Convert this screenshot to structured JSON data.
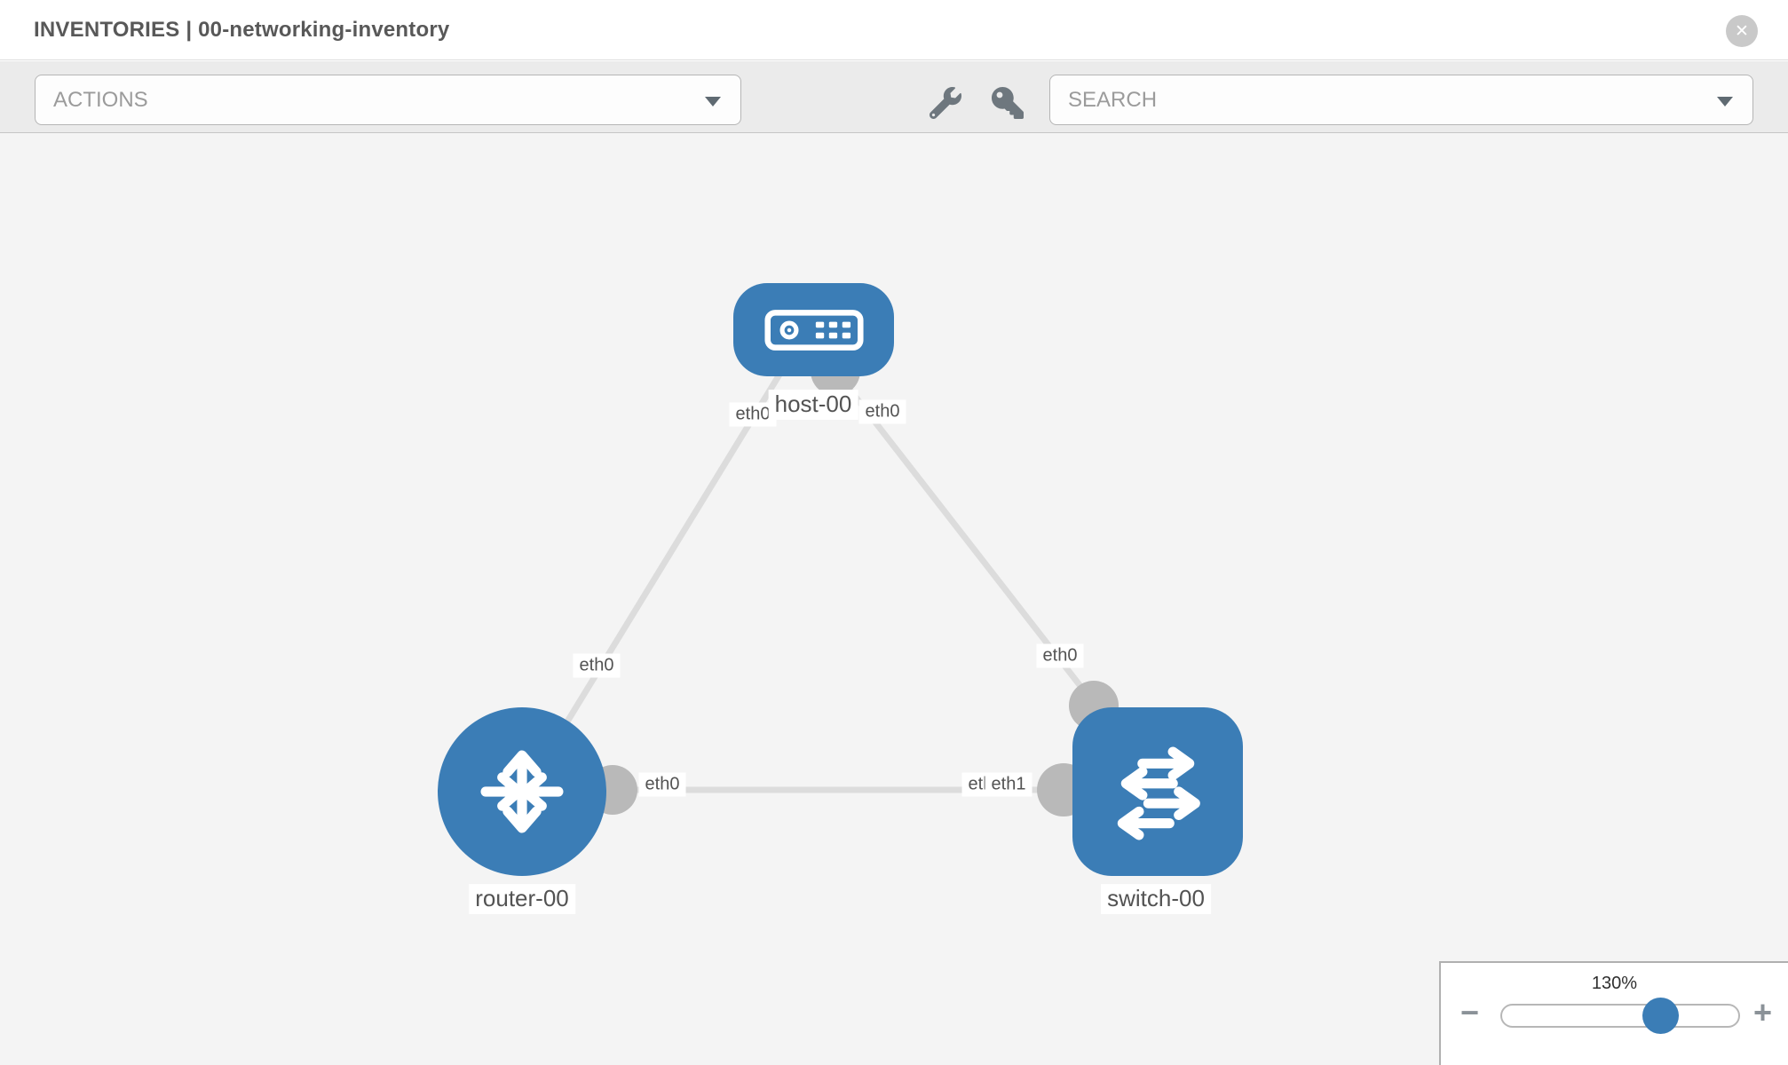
{
  "header": {
    "title": "INVENTORIES | 00-networking-inventory",
    "close_glyph": "✕"
  },
  "toolbar": {
    "actions_label": "ACTIONS",
    "search_label": "SEARCH",
    "icons": [
      "wrench-icon",
      "key-icon"
    ]
  },
  "topology": {
    "nodes": [
      {
        "label": "host-00",
        "type": "host"
      },
      {
        "label": "router-00",
        "type": "router"
      },
      {
        "label": "switch-00",
        "type": "switch"
      }
    ],
    "links": [
      {
        "from": "router-00",
        "to": "host-00",
        "from_interface": "eth0",
        "to_interface": "eth0"
      },
      {
        "from": "switch-00",
        "to": "host-00",
        "from_interface": "eth0",
        "to_interface": "eth0"
      },
      {
        "from": "router-00",
        "to": "switch-00",
        "from_interface": "eth0",
        "to_interface": "eth1"
      }
    ],
    "labels": {
      "host_left": "eth0",
      "host_right": "eth0",
      "router_host_mid": "eth0",
      "switch_host_mid": "eth0",
      "horizontal_router": "eth0",
      "horizontal_switch_under": "eth0",
      "horizontal_switch_over": "eth1"
    }
  },
  "zoom_control": {
    "level": "130%",
    "minus_glyph": "−",
    "plus_glyph": "+"
  },
  "colors": {
    "node_blue": "#3b7db6",
    "link_gray": "#dcdcdc",
    "endpoint_gray": "#b9b9b9",
    "toolbar_bg": "#ebebeb",
    "canvas_bg": "#f4f4f4"
  }
}
